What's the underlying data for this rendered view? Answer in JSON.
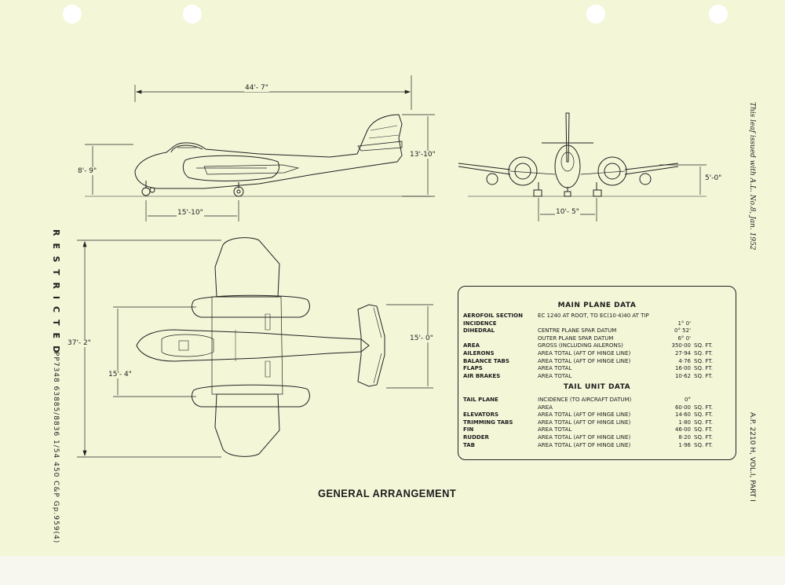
{
  "sheet": {
    "restricted": "RESTRICTED",
    "print_reference": "PP7348  63885/8836  1/54  450  C&P  Gp.959(4)",
    "handwritten_note": "This leaf issued with A.L. No.8, Jan. 1952",
    "publication_reference": "A.P. 2210 H, VOL.I, PART I",
    "title": "GENERAL ARRANGEMENT"
  },
  "dimensions": {
    "overall_length": "44'- 7\"",
    "height_tail": "13'-10\"",
    "height_nose": "8'- 9\"",
    "wheelbase": "15'-10\"",
    "main_gear_height": "5'-0\"",
    "track": "10'- 5\"",
    "span": "37'- 2\"",
    "tailplane_span": "15'- 0\"",
    "nacelle_spacing": "15'- 4\""
  },
  "main_plane_data": {
    "heading": "MAIN PLANE DATA",
    "rows": [
      {
        "label": "AEROFOIL SECTION",
        "desc": "EC 1240 AT ROOT, TO EC(10·4)40 AT TIP",
        "value": "",
        "unit": ""
      },
      {
        "label": "INCIDENCE",
        "desc": "",
        "value": "1° 0'",
        "unit": ""
      },
      {
        "label": "DIHEDRAL",
        "desc": "CENTRE PLANE SPAR DATUM",
        "value": "0° 52'",
        "unit": ""
      },
      {
        "label": "",
        "desc": "OUTER PLANE SPAR DATUM",
        "value": "6° 0'",
        "unit": ""
      },
      {
        "label": "AREA",
        "desc": "GROSS (INCLUDING AILERONS)",
        "value": "350·00",
        "unit": "SQ. FT."
      },
      {
        "label": "AILERONS",
        "desc": "AREA TOTAL (AFT OF HINGE LINE)",
        "value": "27·94",
        "unit": "SQ. FT."
      },
      {
        "label": "BALANCE TABS",
        "desc": "AREA TOTAL (AFT OF HINGE LINE)",
        "value": "4·76",
        "unit": "SQ. FT."
      },
      {
        "label": "FLAPS",
        "desc": "AREA TOTAL",
        "value": "16·00",
        "unit": "SQ. FT."
      },
      {
        "label": "AIR BRAKES",
        "desc": "AREA TOTAL",
        "value": "10·62",
        "unit": "SQ. FT."
      }
    ]
  },
  "tail_unit_data": {
    "heading": "TAIL UNIT DATA",
    "rows": [
      {
        "label": "TAIL PLANE",
        "desc": "INCIDENCE (TO AIRCRAFT DATUM)",
        "value": "0°",
        "unit": ""
      },
      {
        "label": "",
        "desc": "AREA",
        "value": "60·00",
        "unit": "SQ. FT."
      },
      {
        "label": "ELEVATORS",
        "desc": "AREA TOTAL (AFT OF HINGE LINE)",
        "value": "14·60",
        "unit": "SQ. FT."
      },
      {
        "label": "TRIMMING TABS",
        "desc": "AREA TOTAL (AFT OF HINGE LINE)",
        "value": "1·80",
        "unit": "SQ. FT."
      },
      {
        "label": "FIN",
        "desc": "AREA TOTAL",
        "value": "46·00",
        "unit": "SQ. FT."
      },
      {
        "label": "RUDDER",
        "desc": "AREA TOTAL (AFT OF HINGE LINE)",
        "value": "8·20",
        "unit": "SQ. FT."
      },
      {
        "label": "TAB",
        "desc": "AREA TOTAL (AFT OF HINGE LINE)",
        "value": "1·96",
        "unit": "SQ. FT."
      }
    ]
  },
  "colors": {
    "paper": "#f4f6d8",
    "ink": "#1c1c1c"
  }
}
